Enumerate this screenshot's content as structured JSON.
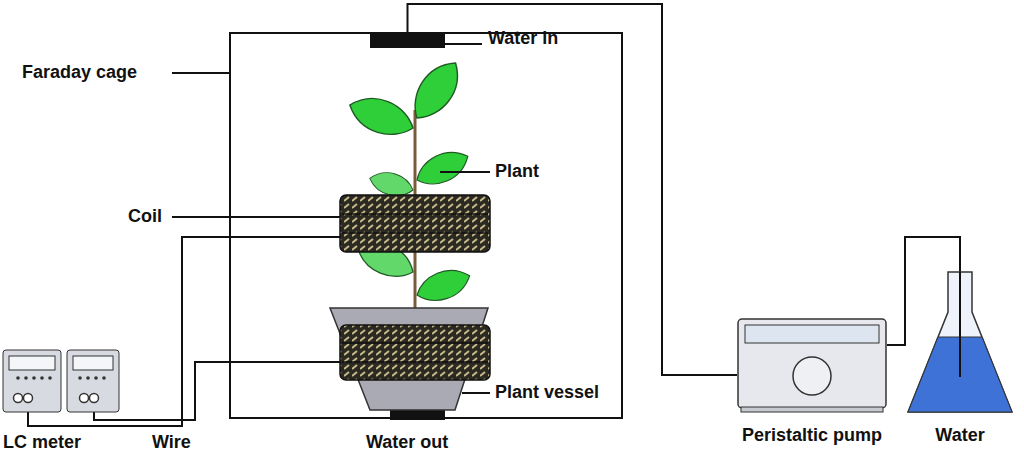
{
  "diagram": {
    "nodes": [
      {
        "text": [
          "Water in"
        ]
      },
      {
        "text": [
          "Peristaltic pump"
        ]
      },
      {
        "text": [
          "Water"
        ]
      }
    ],
    "edges": [
      {
        "from": 2,
        "to": 1,
        "arrow": "none"
      },
      {
        "from": 1,
        "to": 0,
        "arrow": "none"
      }
    ],
    "labels": [
      "Faraday cage",
      "Coil",
      "Plant",
      "Plant vessel",
      "Water out",
      "LC meter",
      "Wire"
    ]
  }
}
